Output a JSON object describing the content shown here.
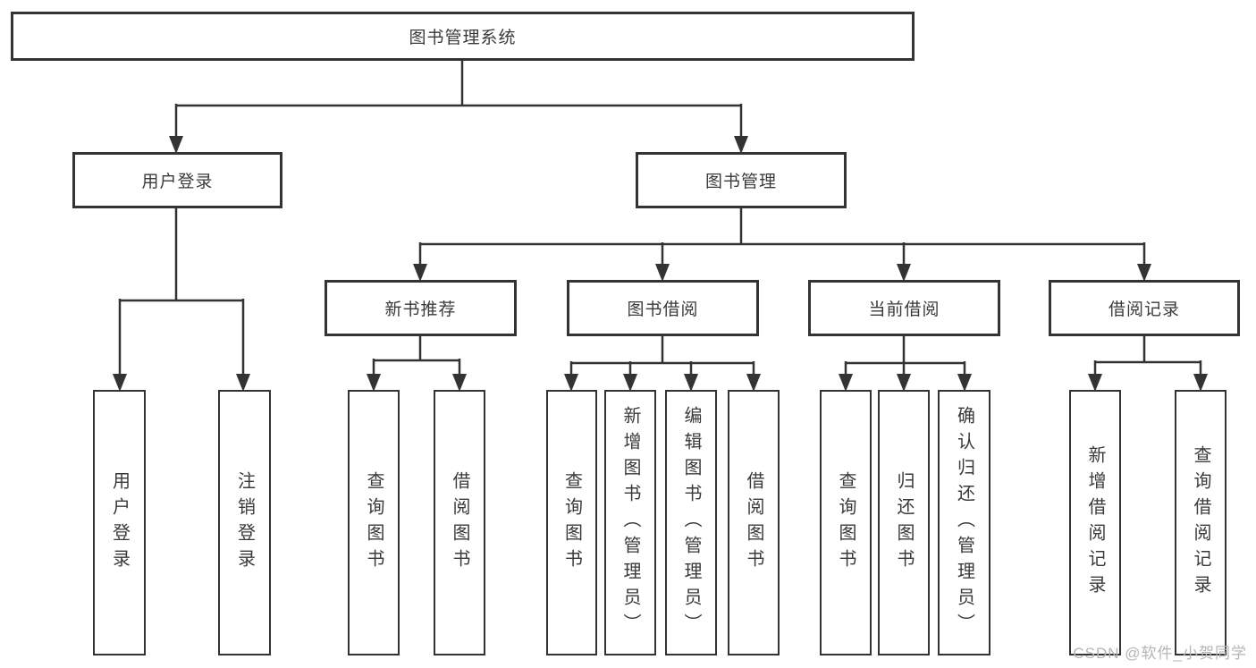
{
  "tree": {
    "root": "图书管理系统",
    "children": [
      {
        "label": "用户登录",
        "children": [
          {
            "label": "用户登录"
          },
          {
            "label": "注销登录"
          }
        ]
      },
      {
        "label": "图书管理",
        "children": [
          {
            "label": "新书推荐",
            "children": [
              {
                "label": "查询图书"
              },
              {
                "label": "借阅图书"
              }
            ]
          },
          {
            "label": "图书借阅",
            "children": [
              {
                "label": "查询图书"
              },
              {
                "label": "新增图书（管理员）"
              },
              {
                "label": "编辑图书（管理员）"
              },
              {
                "label": "借阅图书"
              }
            ]
          },
          {
            "label": "当前借阅",
            "children": [
              {
                "label": "查询图书"
              },
              {
                "label": "归还图书"
              },
              {
                "label": "确认归还（管理员）"
              }
            ]
          },
          {
            "label": "借阅记录",
            "children": [
              {
                "label": "新增借阅记录"
              },
              {
                "label": "查询借阅记录"
              }
            ]
          }
        ]
      }
    ]
  },
  "watermark": {
    "text": "CSDN @软件_小贺同学"
  },
  "colors": {
    "line": "#333333",
    "text": "#3a3a3a",
    "watermark": "#b5b5b5",
    "background": "#ffffff"
  }
}
